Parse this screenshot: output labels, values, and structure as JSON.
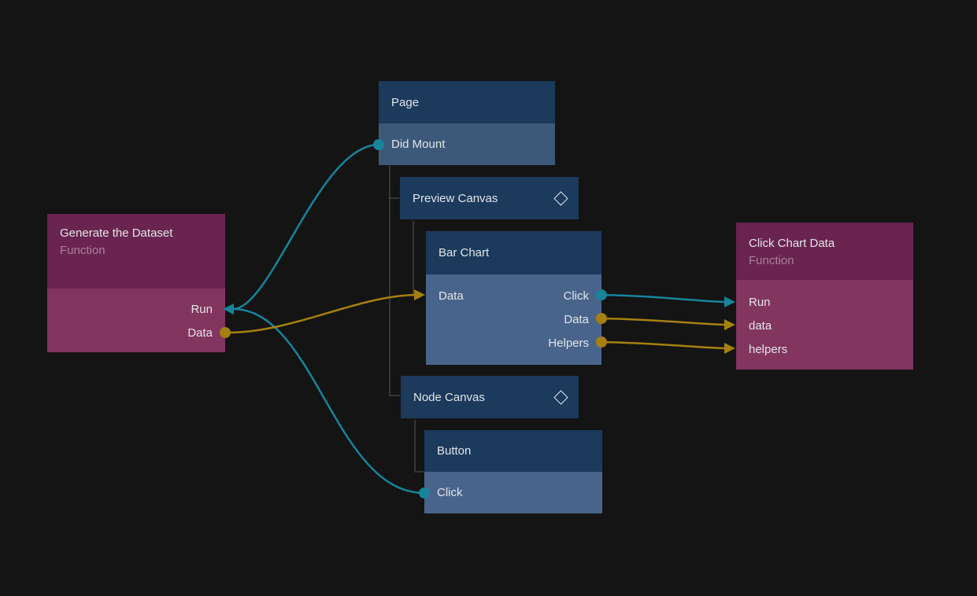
{
  "palette": {
    "canvas-bg": "#141414",
    "blue-header": "#1b3a5c",
    "blue-row": "#3d5979",
    "blue-body": "#49648a",
    "purple-header": "#6a2450",
    "purple-body": "#82355f",
    "teal": "#17849a",
    "orange": "#a5800f",
    "tree-line": "#585858",
    "text-primary": "#e2e5e9",
    "text-subtitle": "#aa7f9b"
  },
  "nodes": {
    "page": {
      "title": "Page",
      "event": "Did Mount"
    },
    "preview_canvas": {
      "title": "Preview Canvas",
      "icon": "diamond"
    },
    "bar_chart": {
      "title": "Bar Chart",
      "input": "Data",
      "outputs": [
        "Click",
        "Data",
        "Helpers"
      ]
    },
    "node_canvas": {
      "title": "Node Canvas",
      "icon": "diamond"
    },
    "button": {
      "title": "Button",
      "event": "Click"
    },
    "generate_dataset": {
      "title": "Generate the Dataset",
      "subtitle": "Function",
      "ports": [
        "Run",
        "Data"
      ]
    },
    "click_chart_data": {
      "title": "Click Chart Data",
      "subtitle": "Function",
      "ports": [
        "Run",
        "data",
        "helpers"
      ]
    }
  },
  "connections": [
    {
      "from": "Page.Did Mount",
      "to": "Generate the Dataset.Run",
      "kind": "event"
    },
    {
      "from": "Button.Click",
      "to": "Generate the Dataset.Run",
      "kind": "event"
    },
    {
      "from": "Generate the Dataset.Data",
      "to": "Bar Chart.Data",
      "kind": "data"
    },
    {
      "from": "Bar Chart.Click",
      "to": "Click Chart Data.Run",
      "kind": "event"
    },
    {
      "from": "Bar Chart.Data",
      "to": "Click Chart Data.data",
      "kind": "data"
    },
    {
      "from": "Bar Chart.Helpers",
      "to": "Click Chart Data.helpers",
      "kind": "data"
    }
  ]
}
